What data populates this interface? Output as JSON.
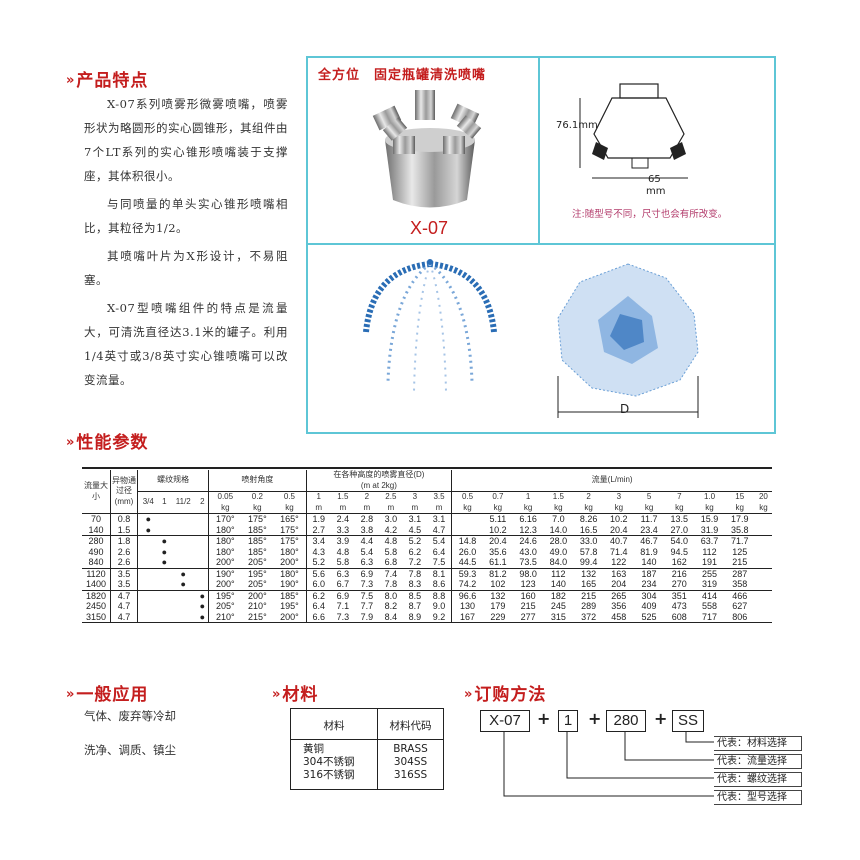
{
  "features": {
    "title": "产品特点",
    "marker": "»",
    "paragraphs": [
      "X-07系列喷雾形微雾喷嘴，喷雾形状为略圆形的实心圆锥形，其组件由7个LT系列的实心锥形喷嘴装于支撑座，其体积很小。",
      "与同喷量的单头实心锥形喷嘴相比，其粒径为1/2。",
      "其喷嘴叶片为X形设计，不易阻塞。",
      "X-07型喷嘴组件的特点是流量大，可清洗直径达3.1米的罐子。利用1/4英寸或3/8英寸实心锥喷嘴可以改变流量。"
    ]
  },
  "product_panel": {
    "caption": "全方位　固定瓶罐清洗喷嘴",
    "model_label": "X-07",
    "dim_height": "76.1mm",
    "dim_width": "65",
    "dim_unit": "mm",
    "note": "注:随型号不同，尺寸也会有所改变。",
    "diameter_label": "D"
  },
  "performance": {
    "title": "性能参数",
    "headers": {
      "flow": "流量大小",
      "foreign": "异物通过径",
      "foreign_unit": "(mm)",
      "thread": "螺纹规格",
      "thread_sizes": [
        "3/4",
        "1",
        "11/2",
        "2"
      ],
      "angle": "喷射角度",
      "angle_kg": [
        "0.05\nkg",
        "0.2\nkg",
        "0.5\nkg"
      ],
      "diameter": "在各种高度的喷雾直径(D)",
      "diameter_sub": "(m at 2kg)",
      "heights": [
        "1\nm",
        "1.5\nm",
        "2\nm",
        "2.5\nm",
        "3\nm",
        "3.5\nm"
      ],
      "flowrate": "流量(L/min)",
      "pressures": [
        "0.5\nkg",
        "0.7\nkg",
        "1\nkg",
        "1.5\nkg",
        "2\nkg",
        "3\nkg",
        "5\nkg",
        "7\nkg",
        "1.0\nkg",
        "15\nkg",
        "20\nkg"
      ]
    },
    "rows": [
      [
        "70",
        "0.8",
        1,
        "",
        "170°",
        "175°",
        "165°",
        "1.9",
        "2.4",
        "2.8",
        "3.0",
        "3.1",
        "3.1",
        "",
        "5.11",
        "6.16",
        "7.0",
        "8.26",
        "10.2",
        "11.7",
        "13.5",
        "15.9",
        "17.9"
      ],
      [
        "140",
        "1.5",
        1,
        "",
        "180°",
        "185°",
        "175°",
        "2.7",
        "3.3",
        "3.8",
        "4.2",
        "4.5",
        "4.7",
        "",
        "10.2",
        "12.3",
        "14.0",
        "16.5",
        "20.4",
        "23.4",
        "27.0",
        "31.9",
        "35.8"
      ],
      [
        "280",
        "1.8",
        2,
        "",
        "180°",
        "185°",
        "175°",
        "3.4",
        "3.9",
        "4.4",
        "4.8",
        "5.2",
        "5.4",
        "14.8",
        "20.4",
        "24.6",
        "28.0",
        "33.0",
        "40.7",
        "46.7",
        "54.0",
        "63.7",
        "71.7"
      ],
      [
        "490",
        "2.6",
        2,
        "",
        "180°",
        "185°",
        "180°",
        "4.3",
        "4.8",
        "5.4",
        "5.8",
        "6.2",
        "6.4",
        "26.0",
        "35.6",
        "43.0",
        "49.0",
        "57.8",
        "71.4",
        "81.9",
        "94.5",
        "112",
        "125"
      ],
      [
        "840",
        "2.6",
        2,
        "",
        "200°",
        "205°",
        "200°",
        "5.2",
        "5.8",
        "6.3",
        "6.8",
        "7.2",
        "7.5",
        "44.5",
        "61.1",
        "73.5",
        "84.0",
        "99.4",
        "122",
        "140",
        "162",
        "191",
        "215"
      ],
      [
        "1120",
        "3.5",
        3,
        "",
        "190°",
        "195°",
        "180°",
        "5.6",
        "6.3",
        "6.9",
        "7.4",
        "7.8",
        "8.1",
        "59.3",
        "81.2",
        "98.0",
        "112",
        "132",
        "163",
        "187",
        "216",
        "255",
        "287"
      ],
      [
        "1400",
        "3.5",
        3,
        "",
        "200°",
        "205°",
        "190°",
        "6.0",
        "6.7",
        "7.3",
        "7.8",
        "8.3",
        "8.6",
        "74.2",
        "102",
        "123",
        "140",
        "165",
        "204",
        "234",
        "270",
        "319",
        "358"
      ],
      [
        "1820",
        "4.7",
        4,
        "",
        "195°",
        "200°",
        "185°",
        "6.2",
        "6.9",
        "7.5",
        "8.0",
        "8.5",
        "8.8",
        "96.6",
        "132",
        "160",
        "182",
        "215",
        "265",
        "304",
        "351",
        "414",
        "466"
      ],
      [
        "2450",
        "4.7",
        4,
        "",
        "205°",
        "210°",
        "195°",
        "6.4",
        "7.1",
        "7.7",
        "8.2",
        "8.7",
        "9.0",
        "130",
        "179",
        "215",
        "245",
        "289",
        "356",
        "409",
        "473",
        "558",
        "627"
      ],
      [
        "3150",
        "4.7",
        4,
        "",
        "210°",
        "215°",
        "200°",
        "6.6",
        "7.3",
        "7.9",
        "8.4",
        "8.9",
        "9.2",
        "167",
        "229",
        "277",
        "315",
        "372",
        "458",
        "525",
        "608",
        "717",
        "806"
      ]
    ]
  },
  "applications": {
    "title": "一般应用",
    "items": [
      "气体、废弃等冷却",
      "洗净、调质、镇尘"
    ]
  },
  "materials": {
    "title": "材料",
    "col1": "材料",
    "col2": "材料代码",
    "names": [
      "黄铜",
      "304不锈钢",
      "316不锈钢"
    ],
    "codes": [
      "BRASS",
      "304SS",
      "316SS"
    ]
  },
  "ordering": {
    "title": "订购方法",
    "boxes": [
      "X-07",
      "1",
      "280",
      "SS"
    ],
    "plus": "+",
    "labels": [
      "代表：材料选择",
      "代表：流量选择",
      "代表：螺纹选择",
      "代表：型号选择"
    ]
  },
  "colors": {
    "accent": "#c41e1e",
    "panel_border": "#5ec6d6",
    "spray": "#2a6db5"
  }
}
